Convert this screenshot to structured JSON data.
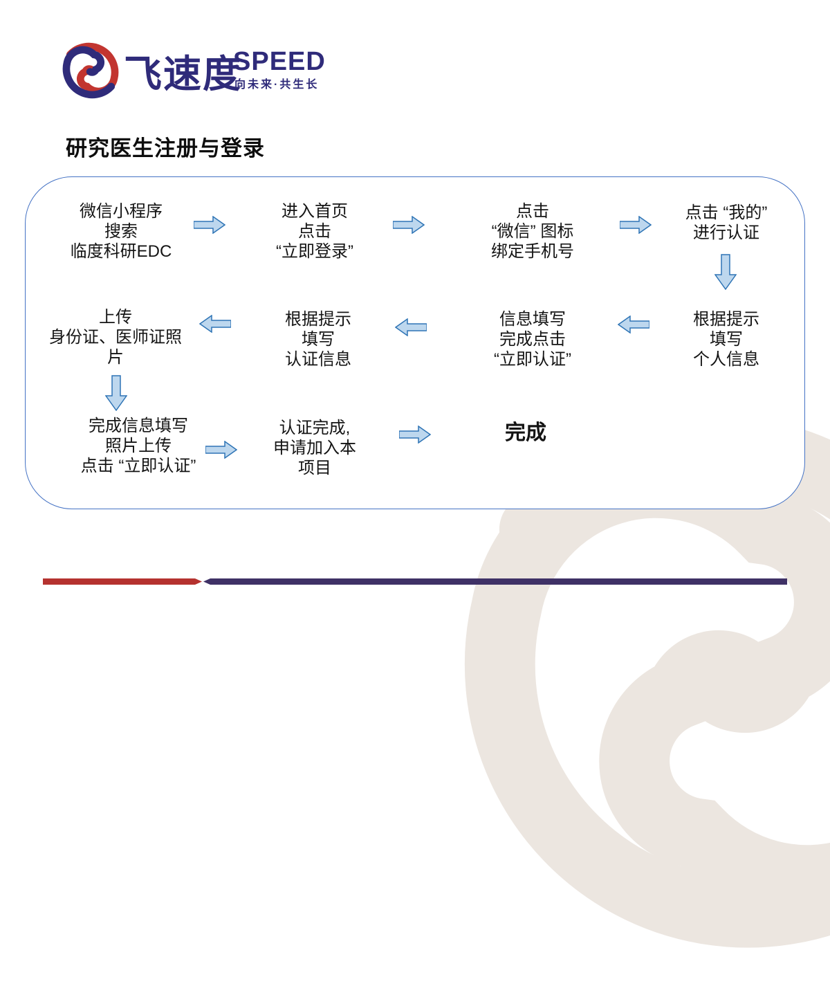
{
  "logo": {
    "brand_cn": "飞速度",
    "brand_en": "SPEED",
    "tagline": "向未来·共生长"
  },
  "title": "研究医生注册与登录",
  "nodes": {
    "n1": {
      "l1": "微信小程序",
      "l2": "搜索",
      "l3": "临度科研EDC"
    },
    "n2": {
      "l1": "进入首页",
      "l2": "点击",
      "l3": "“立即登录”"
    },
    "n3": {
      "l1": "点击",
      "l2": "“微信” 图标",
      "l3": "绑定手机号"
    },
    "n4": {
      "l1": "点击 “我的”",
      "l2": "进行认证"
    },
    "n5": {
      "l1": "根据提示",
      "l2": "填写",
      "l3": "个人信息"
    },
    "n6": {
      "l1": "信息填写",
      "l2": "完成点击",
      "l3": "“立即认证”"
    },
    "n7": {
      "l1": "根据提示",
      "l2": "填写",
      "l3": "认证信息"
    },
    "n8": {
      "l1": "上传",
      "l2": "身份证、医师证照",
      "l3": "片"
    },
    "n9": {
      "l1": "完成信息填写",
      "l2": "照片上传",
      "l3": "点击 “立即认证”"
    },
    "n10": {
      "l1": "认证完成,",
      "l2": "申请加入本",
      "l3": "项目"
    },
    "n11": {
      "l1": "完成"
    }
  },
  "colors": {
    "brand_navy": "#2F2B7A",
    "brand_red": "#C23530",
    "arrow_fill": "#BDD7EE",
    "arrow_stroke": "#2E74B5",
    "container_border": "#4472C4",
    "footer_red": "#B5322F",
    "footer_purple": "#3F3166",
    "watermark": "#ECE6E0"
  }
}
